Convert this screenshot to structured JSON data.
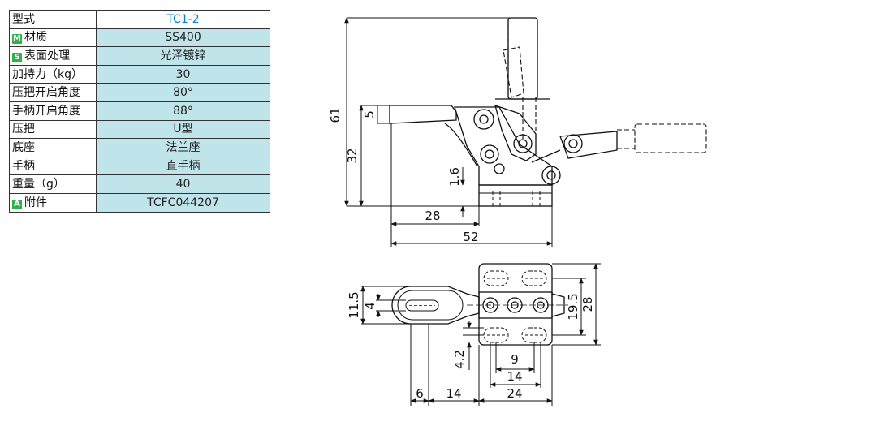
{
  "spec_table": {
    "rows": [
      {
        "label": "型式",
        "value": "TC1-2",
        "badge": "",
        "badge_color": ""
      },
      {
        "label": "材质",
        "value": "SS400",
        "badge": "M",
        "badge_color": "#2db34a"
      },
      {
        "label": "表面处理",
        "value": "光泽镀锌",
        "badge": "S",
        "badge_color": "#2db34a"
      },
      {
        "label": "加持力（kg）",
        "value": "30",
        "badge": "",
        "badge_color": ""
      },
      {
        "label": "压把开启角度",
        "value": "80°",
        "badge": "",
        "badge_color": ""
      },
      {
        "label": "手柄开启角度",
        "value": "88°",
        "badge": "",
        "badge_color": ""
      },
      {
        "label": "压把",
        "value": "U型",
        "badge": "",
        "badge_color": ""
      },
      {
        "label": "底座",
        "value": "法兰座",
        "badge": "",
        "badge_color": ""
      },
      {
        "label": "手柄",
        "value": "直手柄",
        "badge": "",
        "badge_color": ""
      },
      {
        "label": "重量（g）",
        "value": "40",
        "badge": "",
        "badge_color": ""
      },
      {
        "label": "附件",
        "value": "TCFC044207",
        "badge": "A",
        "badge_color": "#2db34a"
      }
    ]
  },
  "side_view": {
    "dims": {
      "overall_height": "61",
      "clamp_height": "32",
      "arm_thickness": "5",
      "base_thickness": "1.6",
      "arm_to_base": "28",
      "overall_length": "52"
    }
  },
  "top_view": {
    "dims": {
      "arm_width": "11.5",
      "slot_width": "4",
      "hole_pitch_y": "19.5",
      "base_width": "28",
      "edge_offset": "4.2",
      "hole_spacing_x": "9",
      "hole_pitch_x": "14",
      "arm_slot": "6",
      "arm_offset": "14",
      "base_length": "24"
    }
  },
  "colors": {
    "table_value_bg": "#bfe4ea",
    "model_text": "#0a84c6",
    "badge_green": "#2db34a",
    "line": "#111111"
  }
}
